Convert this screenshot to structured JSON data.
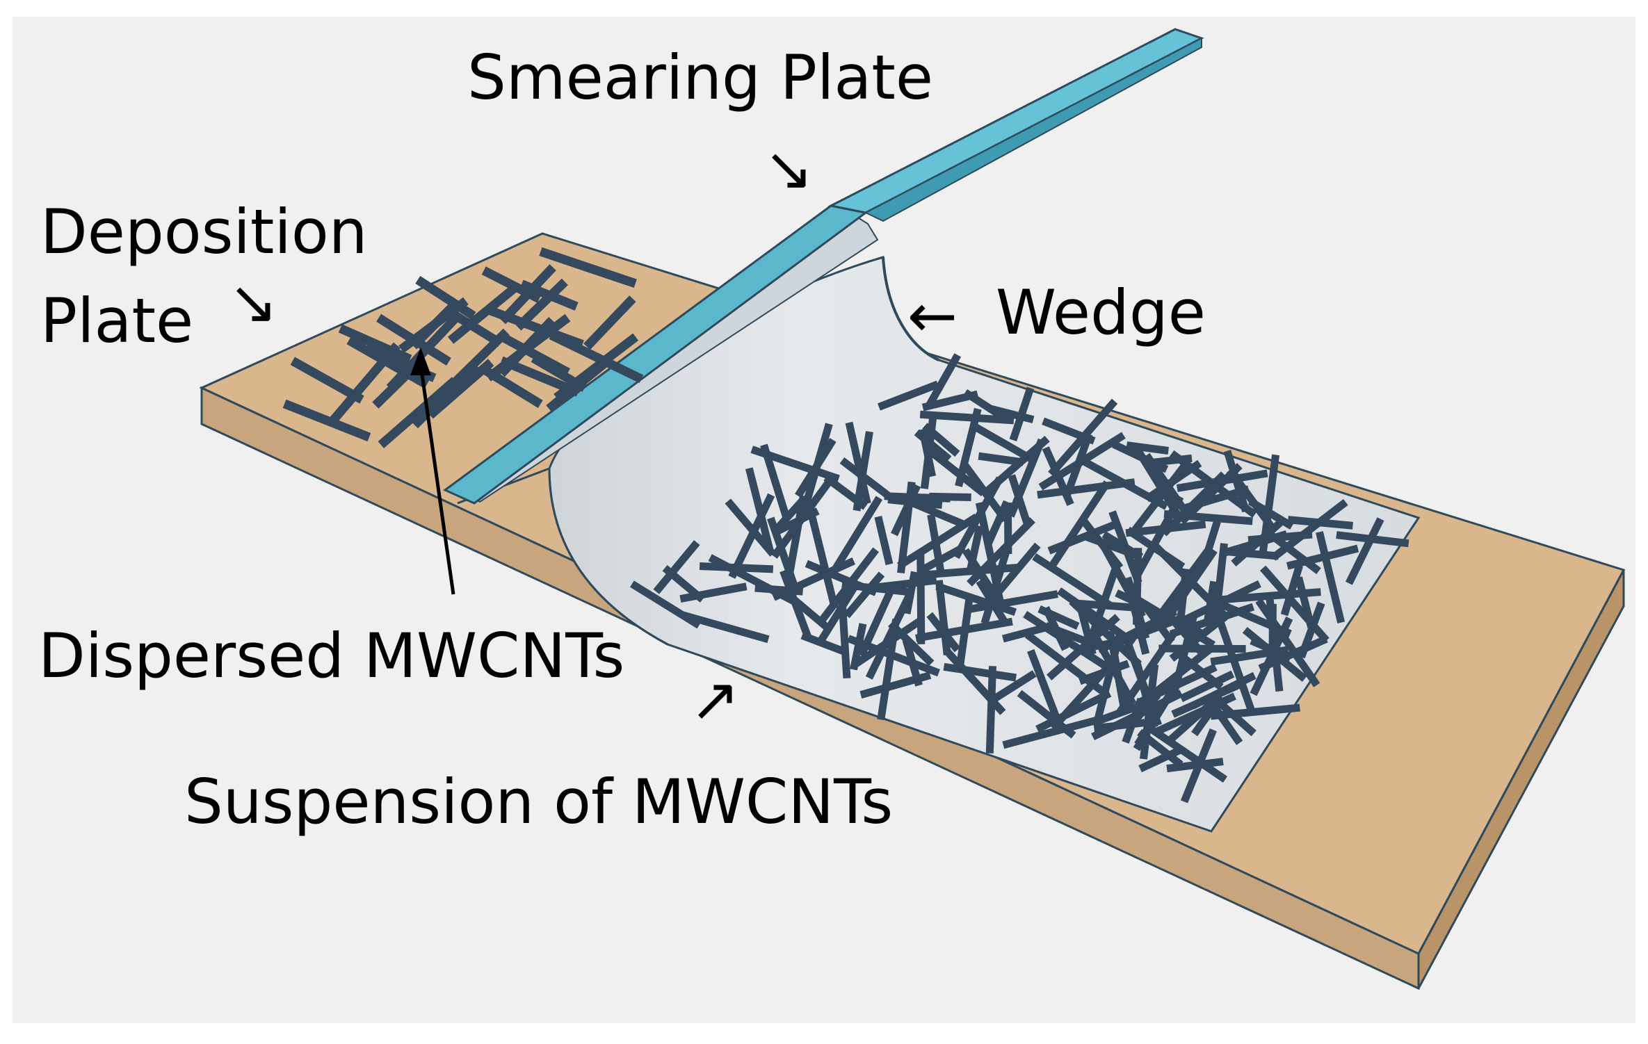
{
  "labels": {
    "smearing_plate": "Smearing Plate",
    "deposition_plate_line1": "Deposition",
    "deposition_plate_line2": "Plate",
    "wedge": "Wedge",
    "dispersed": "Dispersed MWCNTs",
    "suspension": "Suspension of MWCNTs"
  },
  "colors": {
    "background": "#f0f0f0",
    "plate_top": "#d9b68c",
    "plate_side": "#c8a57c",
    "smearing_plate": "#5bb7cc",
    "suspension": "#d5d9dc",
    "nanotube": "#34485e",
    "outline": "#2e4a5c"
  },
  "icons": {
    "smearing_arrow": "arrow-down-right-icon",
    "deposition_arrow": "arrow-down-right-icon",
    "wedge_arrow": "arrow-left-icon",
    "suspension_arrow": "arrow-up-right-icon"
  }
}
